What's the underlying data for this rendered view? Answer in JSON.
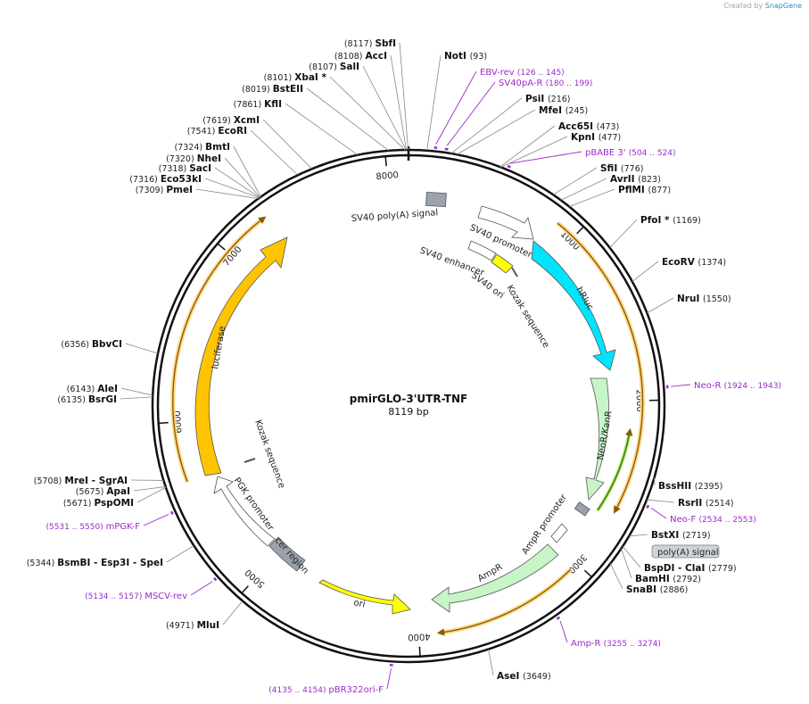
{
  "credit": {
    "prefix": "Created by",
    "brand": "SnapGene"
  },
  "plasmid": {
    "name": "pmirGLO-3'UTR-TNF",
    "size": "8119 bp",
    "length": 8119
  },
  "colors": {
    "primer": "#9a2cc9",
    "luciferase": "#ffc400",
    "hRluc": "#00e5ff",
    "neo": "#c8f5c8",
    "ampR": "#c8f5c8",
    "ori": "#ffff00",
    "polyA": "#9aa3ab",
    "orf": "#8b5a00",
    "orf_glow": "#ffd98a"
  },
  "ticks": [
    {
      "label": "1000",
      "bp": 1000
    },
    {
      "label": "2000",
      "bp": 2000
    },
    {
      "label": "3000",
      "bp": 3000
    },
    {
      "label": "4000",
      "bp": 4000
    },
    {
      "label": "5000",
      "bp": 5000
    },
    {
      "label": "6000",
      "bp": 6000
    },
    {
      "label": "7000",
      "bp": 7000
    },
    {
      "label": "8000",
      "bp": 8000
    }
  ],
  "sites": [
    {
      "name": "SbfI",
      "pos": "(8117)",
      "bp": 8117
    },
    {
      "name": "AccI",
      "pos": "(8108)",
      "bp": 8108
    },
    {
      "name": "SalI",
      "pos": "(8107)",
      "bp": 8107
    },
    {
      "name": "XbaI *",
      "pos": "(8101)",
      "bp": 8101
    },
    {
      "name": "BstEII",
      "pos": "(8019)",
      "bp": 8019
    },
    {
      "name": "KflI",
      "pos": "(7861)",
      "bp": 7861
    },
    {
      "name": "XcmI",
      "pos": "(7619)",
      "bp": 7619
    },
    {
      "name": "EcoRI",
      "pos": "(7541)",
      "bp": 7541
    },
    {
      "name": "BmtI",
      "pos": "(7324)",
      "bp": 7324
    },
    {
      "name": "NheI",
      "pos": "(7320)",
      "bp": 7320
    },
    {
      "name": "SacI",
      "pos": "(7318)",
      "bp": 7318
    },
    {
      "name": "Eco53kI",
      "pos": "(7316)",
      "bp": 7316
    },
    {
      "name": "PmeI",
      "pos": "(7309)",
      "bp": 7309
    },
    {
      "name": "NotI",
      "pos": "(93)",
      "bp": 93
    },
    {
      "name": "PsiI",
      "pos": "(216)",
      "bp": 216
    },
    {
      "name": "MfeI",
      "pos": "(245)",
      "bp": 245
    },
    {
      "name": "Acc65I",
      "pos": "(473)",
      "bp": 473
    },
    {
      "name": "KpnI",
      "pos": "(477)",
      "bp": 477
    },
    {
      "name": "SfiI",
      "pos": "(776)",
      "bp": 776
    },
    {
      "name": "AvrII",
      "pos": "(823)",
      "bp": 823
    },
    {
      "name": "PflMI",
      "pos": "(877)",
      "bp": 877
    },
    {
      "name": "PfoI *",
      "pos": "(1169)",
      "bp": 1169
    },
    {
      "name": "EcoRV",
      "pos": "(1374)",
      "bp": 1374
    },
    {
      "name": "NruI",
      "pos": "(1550)",
      "bp": 1550
    },
    {
      "name": "BssHII",
      "pos": "(2395)",
      "bp": 2395
    },
    {
      "name": "RsrII",
      "pos": "(2514)",
      "bp": 2514
    },
    {
      "name": "BstXI",
      "pos": "(2719)",
      "bp": 2719
    },
    {
      "name": "BspDI - ClaI",
      "pos": "(2779)",
      "bp": 2779
    },
    {
      "name": "BamHI",
      "pos": "(2792)",
      "bp": 2792
    },
    {
      "name": "SnaBI",
      "pos": "(2886)",
      "bp": 2886
    },
    {
      "name": "AseI",
      "pos": "(3649)",
      "bp": 3649
    },
    {
      "name": "MluI",
      "pos": "(4971)",
      "bp": 4971
    },
    {
      "name": "BsmBI - Esp3I - SpeI",
      "pos": "(5344)",
      "bp": 5344
    },
    {
      "name": "PspOMI",
      "pos": "(5671)",
      "bp": 5671
    },
    {
      "name": "ApaI",
      "pos": "(5675)",
      "bp": 5675
    },
    {
      "name": "MreI - SgrAI",
      "pos": "(5708)",
      "bp": 5708
    },
    {
      "name": "BsrGI",
      "pos": "(6135)",
      "bp": 6135
    },
    {
      "name": "AleI",
      "pos": "(6143)",
      "bp": 6143
    },
    {
      "name": "BbvCI",
      "pos": "(6356)",
      "bp": 6356
    }
  ],
  "primers": [
    {
      "name": "EBV-rev",
      "range": "(126 .. 145)",
      "bp": 135
    },
    {
      "name": "SV40pA-R",
      "range": "(180 .. 199)",
      "bp": 190
    },
    {
      "name": "pBABE 3'",
      "range": "(504 .. 524)",
      "bp": 514
    },
    {
      "name": "Neo-R",
      "range": "(1924 .. 1943)",
      "bp": 1934
    },
    {
      "name": "Neo-F",
      "range": "(2534 .. 2553)",
      "bp": 2544
    },
    {
      "name": "Amp-R",
      "range": "(3255 .. 3274)",
      "bp": 3265
    },
    {
      "name": "pBR322ori-F",
      "range": "(4135 .. 4154)",
      "bp": 4145
    },
    {
      "name": "MSCV-rev",
      "range": "(5134 .. 5157)",
      "bp": 5146
    },
    {
      "name": "mPGK-F",
      "range": "(5531 .. 5550)",
      "bp": 5541
    }
  ],
  "features": [
    {
      "name": "SV40 poly(A) signal"
    },
    {
      "name": "SV40 promoter"
    },
    {
      "name": "SV40 enhancer"
    },
    {
      "name": "SV40 ori"
    },
    {
      "name": "Kozak sequence"
    },
    {
      "name": "hRluc"
    },
    {
      "name": "NeoR/KanR"
    },
    {
      "name": "poly(A) signal"
    },
    {
      "name": "AmpR promoter"
    },
    {
      "name": "AmpR"
    },
    {
      "name": "ori"
    },
    {
      "name": "cer region"
    },
    {
      "name": "PGK promoter"
    },
    {
      "name": "Kozak sequence"
    },
    {
      "name": "luciferase"
    }
  ]
}
